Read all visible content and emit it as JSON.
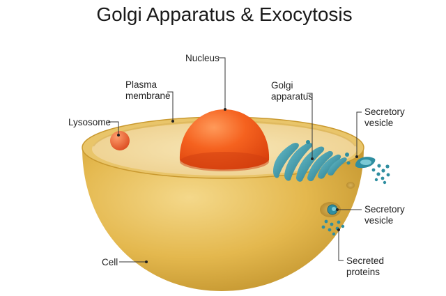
{
  "title": "Golgi Apparatus &  Exocytosis",
  "labels": {
    "nucleus": "Nucleus",
    "plasma_membrane": [
      "Plasma",
      "membrane"
    ],
    "golgi_apparatus": [
      "Golgi",
      "apparatus"
    ],
    "lysosome": "Lysosome",
    "secretory_vesicle_top": [
      "Secretory",
      "vesicle"
    ],
    "secretory_vesicle_mid": [
      "Secretory",
      "vesicle"
    ],
    "secreted_proteins": [
      "Secreted",
      "proteins"
    ],
    "cell": "Cell"
  },
  "colors": {
    "cell_outer": "#e0b64a",
    "cell_top": "#f4dfa4",
    "cell_rim": "#c99a2e",
    "nucleus": "#f25a1c",
    "lysosome": "#e5572a",
    "golgi": "#2f8ea0",
    "vesicle": "#3a9bab"
  }
}
